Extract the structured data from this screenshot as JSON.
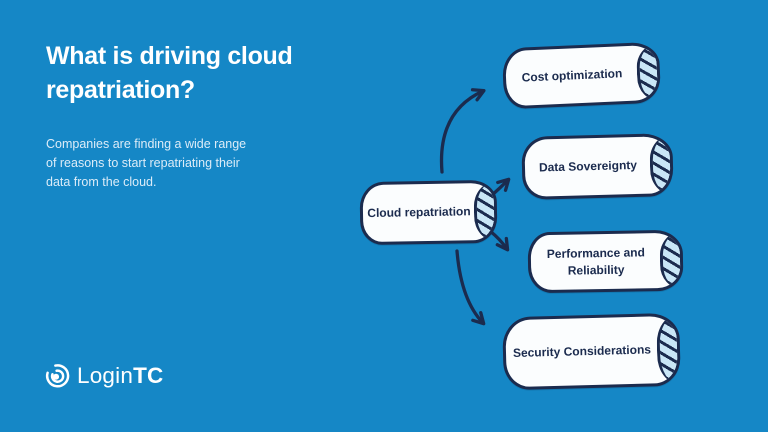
{
  "canvas": {
    "background_color": "#1587c6"
  },
  "header": {
    "title": "What is driving cloud\nrepatriation?",
    "subtitle": "Companies are finding a wide range\nof reasons to start repatriating their\ndata from the cloud."
  },
  "logo": {
    "brand": "LoginTC",
    "text_regular": "Login",
    "text_bold": "TC",
    "icon": "logintc-spiral-icon"
  },
  "diagram": {
    "center_node": {
      "label": "Cloud repatriation"
    },
    "nodes": [
      {
        "label": "Cost optimization"
      },
      {
        "label": "Data Sovereignty"
      },
      {
        "label": "Performance and Reliability"
      },
      {
        "label": "Security Considerations"
      }
    ],
    "colors": {
      "node_fill": "#fbfdfe",
      "outline": "#1b2b4e",
      "hatch_fill": "#c9e6f6",
      "arrow": "#1b2b4e",
      "title_text": "#ffffff",
      "subtitle_text": "#dcecf8"
    }
  }
}
